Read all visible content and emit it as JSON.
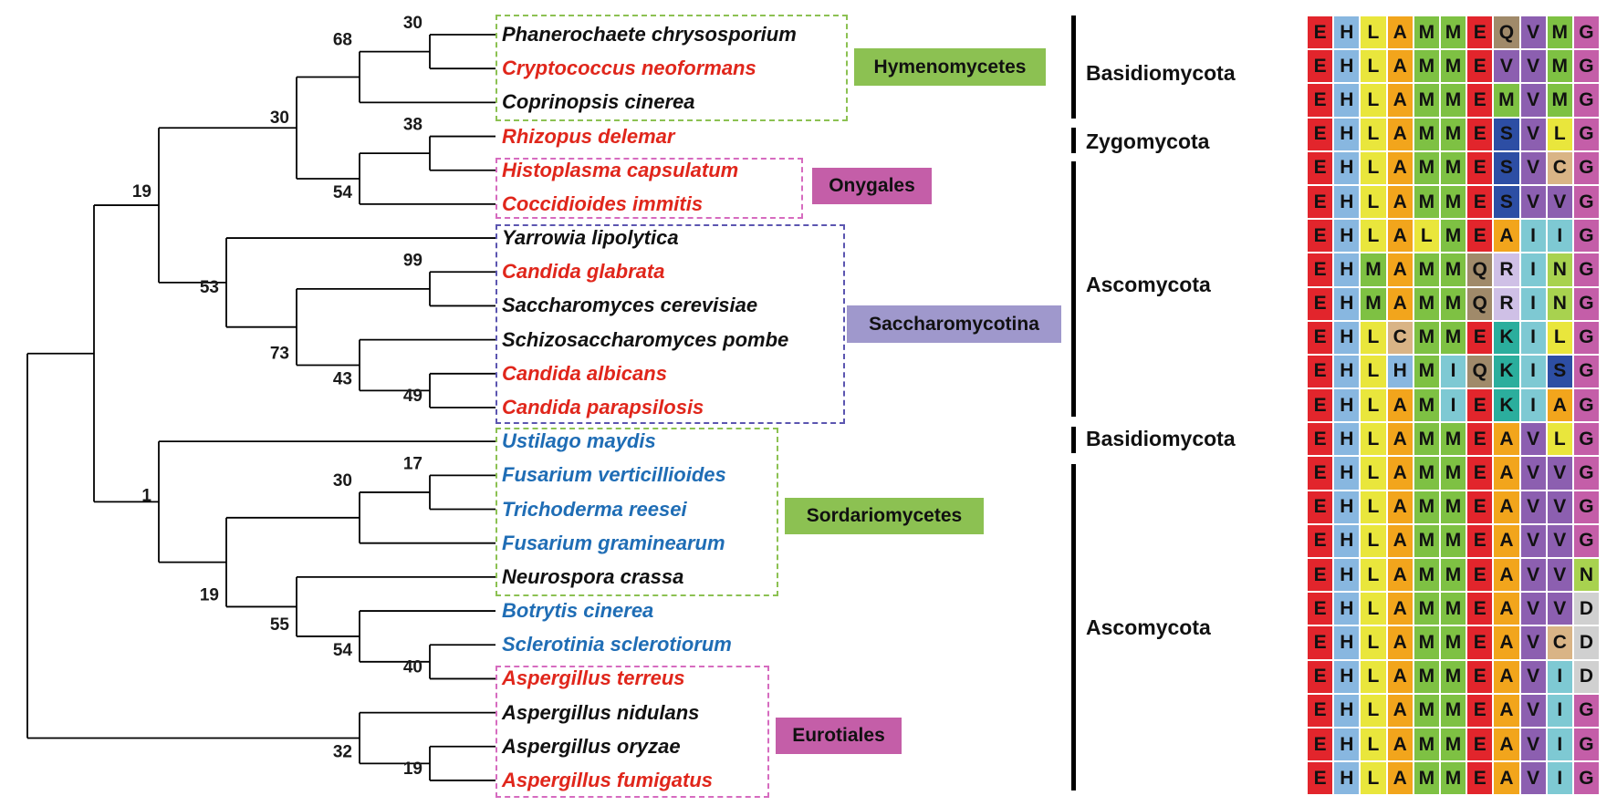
{
  "taxa": [
    {
      "name": "Phanerochaete chrysosporium",
      "color": "#111111"
    },
    {
      "name": "Cryptococcus neoformans",
      "color": "#e0261b"
    },
    {
      "name": "Coprinopsis cinerea",
      "color": "#111111"
    },
    {
      "name": "Rhizopus delemar",
      "color": "#e0261b"
    },
    {
      "name": "Histoplasma capsulatum",
      "color": "#e0261b"
    },
    {
      "name": "Coccidioides immitis",
      "color": "#e0261b"
    },
    {
      "name": "Yarrowia lipolytica",
      "color": "#111111"
    },
    {
      "name": "Candida glabrata",
      "color": "#e0261b"
    },
    {
      "name": "Saccharomyces cerevisiae",
      "color": "#111111"
    },
    {
      "name": "Schizosaccharomyces pombe",
      "color": "#111111"
    },
    {
      "name": "Candida albicans",
      "color": "#e0261b"
    },
    {
      "name": "Candida parapsilosis",
      "color": "#e0261b"
    },
    {
      "name": "Ustilago maydis",
      "color": "#1f6db5"
    },
    {
      "name": "Fusarium verticillioides",
      "color": "#1f6db5"
    },
    {
      "name": "Trichoderma reesei",
      "color": "#1f6db5"
    },
    {
      "name": "Fusarium graminearum",
      "color": "#1f6db5"
    },
    {
      "name": "Neurospora crassa",
      "color": "#111111"
    },
    {
      "name": "Botrytis cinerea",
      "color": "#1f6db5"
    },
    {
      "name": "Sclerotinia sclerotiorum",
      "color": "#1f6db5"
    },
    {
      "name": "Aspergillus terreus",
      "color": "#e0261b"
    },
    {
      "name": "Aspergillus nidulans",
      "color": "#111111"
    },
    {
      "name": "Aspergillus oryzae",
      "color": "#111111"
    },
    {
      "name": "Aspergillus fumigatus",
      "color": "#e0261b"
    }
  ],
  "bootstrap": {
    "n30a": "30",
    "n68": "68",
    "n30b": "30",
    "n19a": "19",
    "n38": "38",
    "n54a": "54",
    "n53": "53",
    "n99": "99",
    "n73": "73",
    "n43": "43",
    "n49": "49",
    "n1": "1",
    "n17": "17",
    "n30c": "30",
    "n19b": "19",
    "n55": "55",
    "n54b": "54",
    "n40": "40",
    "n32": "32",
    "n19c": "19"
  },
  "groups": {
    "hymenomycetes": {
      "label": "Hymenomycetes",
      "color": "#8cc152",
      "border": "#8cc152"
    },
    "onygales": {
      "label": "Onygales",
      "color": "#c45ea8",
      "border": "#d66bbf"
    },
    "saccharomycotina": {
      "label": "Saccharomycotina",
      "color": "#9f98cc",
      "border": "#5b55b0"
    },
    "sordariomycetes": {
      "label": "Sordariomycetes",
      "color": "#8cc152",
      "border": "#8cc152"
    },
    "eurotiales": {
      "label": "Eurotiales",
      "color": "#c45ea8",
      "border": "#d66bbf"
    }
  },
  "phyla": {
    "basidiomycota_1": "Basidiomycota",
    "zygomycota": "Zygomycota",
    "ascomycota_1": "Ascomycota",
    "basidiomycota_2": "Basidiomycota",
    "ascomycota_2": "Ascomycota"
  },
  "motif": [
    "EHLAMMEQVMG",
    "EHLAMMEVVMG",
    "EHLAMMEMVMG",
    "EHLAMMESVLG",
    "EHLAMMESVCG",
    "EHLAMMESVVG",
    "EHLALMEAIIG",
    "EHMAMMQRING",
    "EHMAMMQRING",
    "EHLCMMEKILG",
    "EHLHMIQKISG",
    "EHLAMIEKIAG",
    "EHLAMMEAVLG",
    "EHLAMMEAVVG",
    "EHLAMMEAVVG",
    "EHLAMMEAVVG",
    "EHLAMMEAVVN",
    "EHLAMMEAVVD",
    "EHLAMMEAVCD",
    "EHLAMMEAVID",
    "EHLAMMEAVIG",
    "EHLAMMEAVIG",
    "EHLAMMEAVIG"
  ],
  "residue_colors": {
    "E": "#e2252c",
    "H": "#88b7e0",
    "L": "#e9e63c",
    "A": "#f2a51c",
    "M": "#7ec143",
    "I": "#7ec9d3",
    "V": "#8c5fb0",
    "G": "#c45ea8",
    "Q": "#a08a6a",
    "S": "#2d4ea4",
    "C": "#d9b486",
    "R": "#cfc0e6",
    "K": "#2bae9d",
    "N": "#a8d24f",
    "D": "#d0d0d0"
  }
}
